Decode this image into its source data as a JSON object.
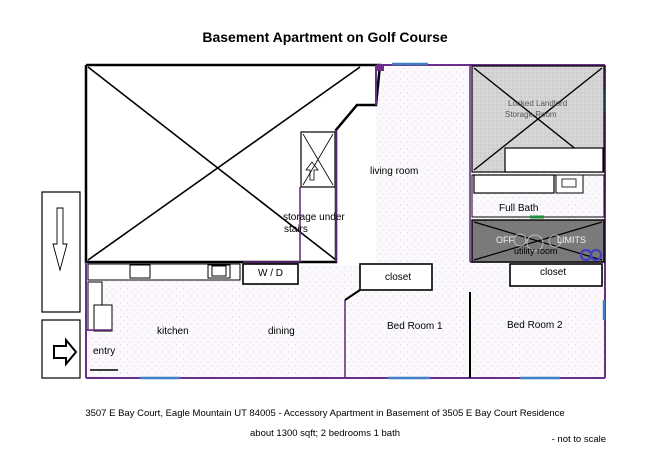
{
  "title": "Basement Apartment on Golf Course",
  "rooms": {
    "locked_storage_line1": "Locked Landlord",
    "locked_storage_line2": "Storage Room",
    "living_room": "living room",
    "storage_under_stairs_line1": "storage under",
    "storage_under_stairs_line2": "stairs",
    "full_bath": "Full Bath",
    "utility_room": "utility room",
    "utility_off": "OFF",
    "utility_limits": "LIMITS",
    "washer_dryer": "W / D",
    "closet_left": "closet",
    "closet_right": "closet",
    "kitchen": "kitchen",
    "dining": "dining",
    "bedroom_1": "Bed Room 1",
    "bedroom_2": "Bed Room 2",
    "entry": "entry"
  },
  "footer": {
    "line1": "3507 E Bay Court, Eagle Mountain UT 84005  - Accessory Apartment in Basement of 3505 E Bay Court Residence",
    "line2": "about 1300 sqft; 2 bedrooms 1 bath",
    "note": "- not to scale"
  },
  "colors": {
    "wall": "#6a2f86",
    "line": "#000000",
    "window": "#3e7fc6",
    "bath_fixture": "#1f8f3a",
    "utility_fixture": "#4040c0"
  }
}
